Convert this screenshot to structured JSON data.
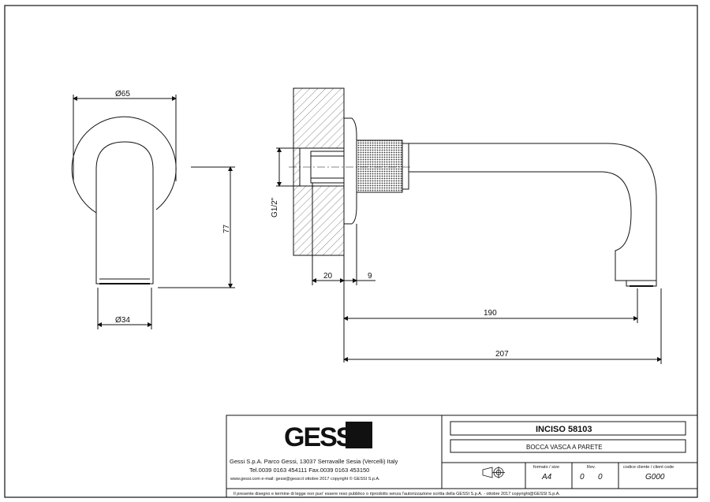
{
  "drawing": {
    "dims": {
      "side_top_diameter": "Ø65",
      "side_bottom_diameter": "Ø34",
      "side_height": "77",
      "thread": "G1/2\"",
      "wall_20": "20",
      "wall_9": "9",
      "length_190": "190",
      "length_207": "207"
    }
  },
  "title_block": {
    "logo": "GESSI",
    "company_line": "Gessi S.p.A. Parco Gessi, 13037 Serravalle Sesia (Vercelli) Italy",
    "phone_line": "Tel.0039  0163  454111  Fax.0039  0163  453150",
    "web_line": "www.gessi.com  e-mail: gessi@gessi.it   ottobre 2017  copyright © GESSI S.p.A.",
    "product_code": "INCISO  58103",
    "product_desc": "BOCCA VASCA A PARETE",
    "format_label": "formato / size",
    "format_value": "A4",
    "rev_label": "Rev.",
    "rev_value_1": "0",
    "rev_value_2": "0",
    "client_code_label": "codice cliente / client code",
    "client_code_value": "G000",
    "legal_notice": "Il presente disegno e termine di legge non puo' essere reso pubblico o riprodotto senza l'autorizzazione scritta della GESSI S.p.A. - ottobre 2017  copyright@GESSI S.p.A."
  }
}
